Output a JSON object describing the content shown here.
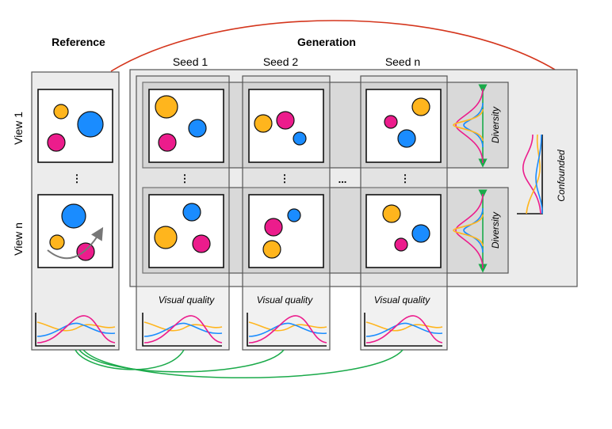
{
  "headers": {
    "reference": "Reference",
    "generation": "Generation"
  },
  "seeds": [
    "Seed 1",
    "Seed 2",
    "Seed n"
  ],
  "views": [
    "View 1",
    "View n"
  ],
  "axis_labels": {
    "diversity": "Diversity",
    "confounded": "Confounded",
    "visual_quality": "Visual quality"
  },
  "ellipsis": {
    "vertical": "⋮",
    "horizontal": "..."
  },
  "colors": {
    "orange": "#ffb51d",
    "magenta": "#ec1c8c",
    "blue": "#1a8cff",
    "green": "#1aaa4a",
    "red_arc": "#d4351c",
    "panel_fill": "#ececec",
    "band_fill": "#d9d9d9",
    "outline": "#555555"
  }
}
